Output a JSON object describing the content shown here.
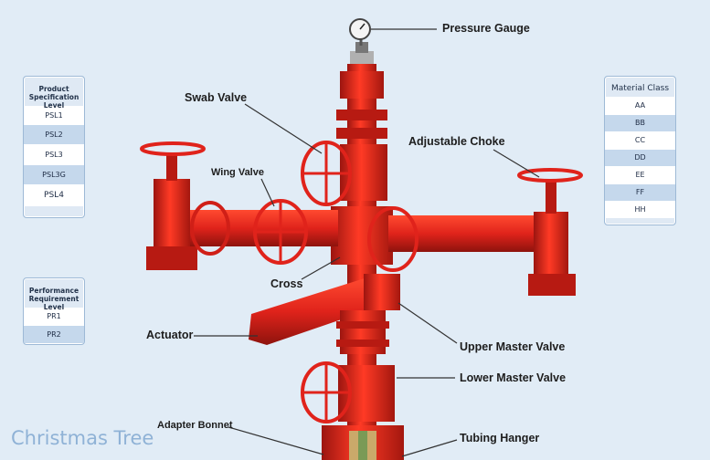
{
  "title": "Christmas Tree",
  "psl_panel": {
    "heading_line1": "Product",
    "heading_line2": "Specification Level",
    "items": [
      "PSL1",
      "PSL2",
      "PSL3",
      "PSL3G",
      "PSL4"
    ]
  },
  "pr_panel": {
    "heading_line1": "Performance",
    "heading_line2": "Requirement Level",
    "items": [
      "PR1",
      "PR2"
    ]
  },
  "material_panel": {
    "heading": "Material Class",
    "items": [
      "AA",
      "BB",
      "CC",
      "DD",
      "EE",
      "FF",
      "HH"
    ]
  },
  "labels": {
    "pressure_gauge": "Pressure Gauge",
    "swab_valve": "Swab Valve",
    "adjustable_choke": "Adjustable Choke",
    "wing_valve": "Wing Valve",
    "cross": "Cross",
    "actuator": "Actuator",
    "upper_master_valve": "Upper Master Valve",
    "lower_master_valve": "Lower Master Valve",
    "adapter_bonnet": "Adapter Bonnet",
    "tubing_hanger": "Tubing Hanger"
  },
  "colors": {
    "equipment_red": "#e0231b",
    "equipment_dark": "#9c1510",
    "background": "#e1ecf6",
    "title": "#8fb2d6"
  }
}
